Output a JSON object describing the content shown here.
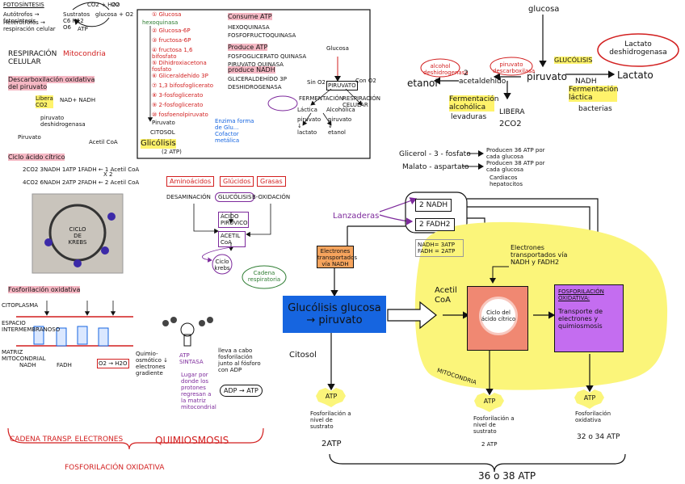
{
  "top_left": {
    "fotosintesis": "FOTOSÍNTESIS",
    "autotrofos": "Autótrofos → fotosíntesis",
    "heterotrofos": "Heterótrofos → respiración celular",
    "sustratos": "Sustratos C6 H12 O6",
    "glucosa_o2": "glucosa + O2",
    "co2_h2o": "CO2 + H2O",
    "atp": "ATP",
    "o2": "O2"
  },
  "respiracion": {
    "title": "RESPIRACIÓN CELULAR",
    "mitocondria": "Mitocondria",
    "step1": "Descarboxilación oxidativa del piruvato",
    "libera": "Libera CO2",
    "nad": "NAD+  NADH",
    "piruvato_deshidrogenasa": "piruvato deshidrogenasa",
    "piruvato": "Piruvato",
    "acetil_coa": "Acetil CoA",
    "step2": "Ciclo ácido cítrico",
    "ciclo_line1": "2CO2  3NADH  1ATP  1FADH ← 1 Acetil CoA",
    "x2": "X 2",
    "ciclo_line2": "4CO2  6NADH  2ATP  2FADH ← 2 Acetil CoA",
    "krebs_label": "CICLO DE KREBS",
    "step3": "Fosforilación oxidativa",
    "citoplasma": "CITOPLASMA",
    "espacio": "ESPACIO INTERMEMBRANOSO",
    "matriz": "MATRIZ MITOCONDRIAL",
    "nadh": "NADH",
    "fadh": "FADH",
    "o2_h2o": "O2 → H2O",
    "quimiosmotico": "Quimio-osmótico ↓ electrones gradiente",
    "atp_sintasa": "ATP SINTASA",
    "lleva": "lleva a cabo fosforilación junto al fósforo con ADP",
    "lugar": "Lugar por donde los protones regresan a la matriz mitocondrial",
    "adp_atp": "ADP → ATP",
    "cadena": "CADENA TRANSP. ELECTRONES",
    "quimiosmosis": "QUIMIOSMOSIS",
    "fosforilacion": "FOSFORILACIÓN OXIDATIVA"
  },
  "glicolisis_box": {
    "steps": [
      "① Glucosa",
      "hexoquinasa",
      "② Glucosa-6P",
      "③ fructosa-6P",
      "④ fructosa 1,6 bifosfato",
      "⑤ Dihidroxiacetona fosfato",
      "⑥ Gliceraldehído 3P",
      "⑦ 1,3 bifosfoglicerato",
      "⑧ 3-fosfoglicerato",
      "⑨ 2-fosfoglicerato",
      "⑩ fosfoenolpiruvato",
      "Piruvato"
    ],
    "citosol": "CITOSOL",
    "glicolisis": "Glicólisis",
    "atp2": "(2 ATP)",
    "consume": "Consume ATP",
    "hexoquinasa": "HEXOQUINASA",
    "fosfofructo": "FOSFOFRUCTOQUINASA",
    "produce_atp": "Produce ATP",
    "fosfoglicerato": "FOSFOGLICERATO QUINASA",
    "piruvato_quinasa": "PIRUVATO QUINASA",
    "produce_nadh": "produce NADH",
    "gliceraldehido": "GLICERALDEHÍDO 3P",
    "deshidrogenasa": "DESHIDROGENASA",
    "enzima_note": "Enzima forma de Glu... Cofactor metálica",
    "glucosa": "Glucosa",
    "piruvato": "PIRUVATO",
    "sin_o2": "Sin O2",
    "con_o2": "Con O2",
    "fermentacion": "FERMENTACIÓN",
    "lactica": "Láctica",
    "alcoholica": "Alcohólica",
    "resp_celular": "RESPIRACIÓN CELULAR",
    "piruvato_lactato": "piruvato ↓ lactato",
    "piruvato_etanol": "piruvato ↓ etanol"
  },
  "macronutrientes": {
    "aminoacidos": "Aminoácidos",
    "glucidos": "Glúcidos",
    "grasas": "Grasas",
    "desaminacion": "DESAMINACIÓN",
    "glucolisis": "GLUCÓLISIS",
    "b_oxidacion": "B-OXIDACIÓN",
    "acido_piruvico": "ÁCIDO PIRÚVICO",
    "acetil_coa": "ACETIL CoA",
    "ciclo_krebs": "Ciclo krebs",
    "cadena_resp": "Cadena respiratoria"
  },
  "top_right": {
    "glucosa": "glucosa",
    "glucolisis": "GLUCÓLISIS",
    "piruvato": "piruvato",
    "lactato": "Lactato",
    "lactato_desh": "Lactato deshidrogenasa",
    "nadh": "NADH",
    "ferm_lactica": "Fermentación láctica",
    "bacterias": "bacterias",
    "alcohol_desh": "alcohol deshidrogenasa",
    "piruvato_desc": "piruvato descarboxilasa",
    "dos": "2",
    "acetaldehido": "acetaldehído",
    "etanol": "etanol",
    "ferm_alcoholica": "Fermentación alcohólica",
    "levaduras": "levaduras",
    "libera": "LIBERA",
    "co2": "2CO2"
  },
  "lanzaderas": {
    "label": "Lanzaderas",
    "glicerol": "Glicerol - 3 - fosfato",
    "glicerol_prod": "Producen 36 ATP por cada glucosa",
    "malato": "Malato - aspartato",
    "malato_prod": "Producen 38 ATP por cada glucosa",
    "cardiacos": "Cardiacos hepatocitos",
    "nadh2": "2 NADH",
    "fadh2": "2 FADH2",
    "atp_ratio": "NADH= 3ATP  FADH = 2ATP"
  },
  "main": {
    "electrones_box": "Electrones transportados vía NADH",
    "glucolisis_box": "Glucólisis glucosa → piruvato",
    "acetil": "Acetil CoA",
    "citosol": "Citosol",
    "mitocondria": "MITOCONDRIA",
    "electrones_via": "Electrones transportados vía NADH y FADH2",
    "ciclo": "Ciclo del ácido cítrico",
    "fosfo_ox_title": "FOSFORILACIÓN OXIDATIVA:",
    "fosfo_ox_desc": "Transporte de electrones y quimiosmosis",
    "atp": "ATP",
    "fosfo_sustrato": "Fosforilación a nivel de sustrato",
    "atp_2": "2ATP",
    "atp_2b": "2 ATP",
    "fosfo_oxidativa": "Fosforilación oxidativa",
    "atp_32": "32 o 34 ATP",
    "total": "36 o 38 ATP"
  },
  "colors": {
    "blue": "#1665e0",
    "yellow": "#fbf57a",
    "salmon": "#f08872",
    "violet": "#c46df0",
    "orange": "#f6a45d",
    "red": "#d21f1f",
    "purple": "#7d2a9c"
  }
}
